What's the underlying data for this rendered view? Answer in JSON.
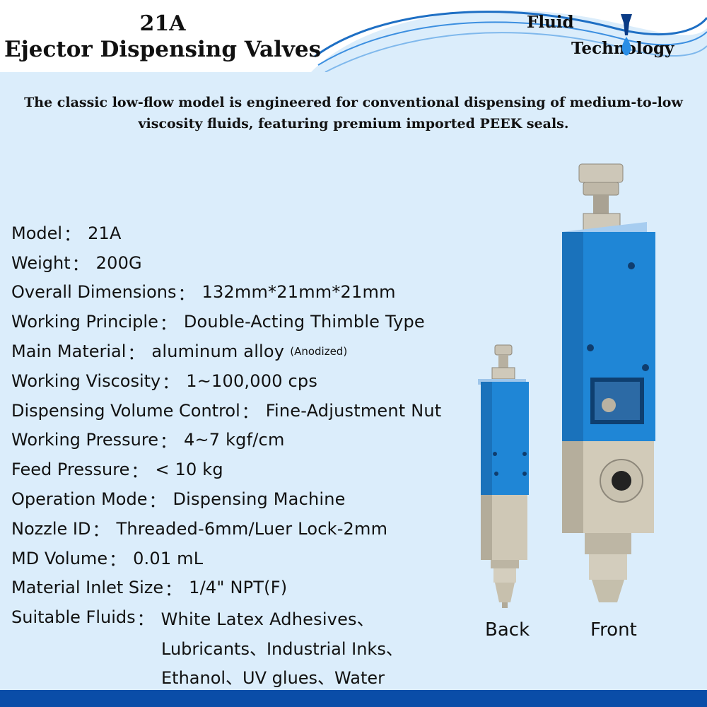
{
  "header": {
    "title_line1": "21A",
    "title_line2": "Ejector Dispensing Valves",
    "logo_word1": "Fluid",
    "logo_word2": "Technology"
  },
  "intro": "The classic low-flow model is engineered for conventional dispensing of medium-to-low viscosity fluids, featuring premium imported PEEK seals.",
  "specs": [
    {
      "label": "Model",
      "value": "21A"
    },
    {
      "label": "Weight",
      "value": "200G"
    },
    {
      "label": "Overall Dimensions",
      "value": "132mm*21mm*21mm"
    },
    {
      "label": "Working Principle",
      "value": "Double-Acting Thimble Type"
    },
    {
      "label": "Main Material",
      "value": "aluminum alloy",
      "note": "(Anodized)"
    },
    {
      "label": "Working Viscosity",
      "value": "1~100,000 cps"
    },
    {
      "label": "Dispensing Volume Control",
      "value": "Fine-Adjustment Nut"
    },
    {
      "label": "Working Pressure",
      "value": "4~7 kgf/cm"
    },
    {
      "label": "Feed Pressure",
      "value": "< 10 kg"
    },
    {
      "label": "Operation Mode",
      "value": "Dispensing Machine"
    },
    {
      "label": "Nozzle ID",
      "value": "Threaded-6mm/Luer Lock-2mm"
    },
    {
      "label": "MD Volume",
      "value": "0.01 mL"
    },
    {
      "label": "Material Inlet Size",
      "value": "1/4\" NPT(F)"
    },
    {
      "label": "Suitable Fluids",
      "value": "White Latex Adhesives、"
    }
  ],
  "fluids_cont": [
    "Lubricants、Industrial Inks、",
    "Ethanol、UV glues、Water"
  ],
  "separator": "：",
  "captions": {
    "back": "Back",
    "front": "Front"
  },
  "colors": {
    "background": "#dbedfb",
    "valve_blue": "#1f86d6",
    "footer": "#0a4da8"
  }
}
